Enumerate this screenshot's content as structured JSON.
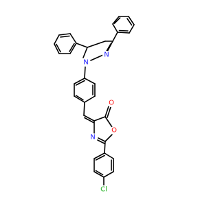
{
  "molecule": {
    "atom_labels": [
      {
        "id": "n1",
        "text": "N",
        "color": "#1a1aff"
      },
      {
        "id": "n2",
        "text": "N",
        "color": "#1a1aff"
      },
      {
        "id": "n3",
        "text": "N",
        "color": "#1a1aff"
      },
      {
        "id": "o1",
        "text": "O",
        "color": "#ff0d0d"
      },
      {
        "id": "o2",
        "text": "O",
        "color": "#ff0d0d"
      },
      {
        "id": "cl",
        "text": "Cl",
        "color": "#1fb01f"
      }
    ],
    "bond_color": "#000000"
  }
}
